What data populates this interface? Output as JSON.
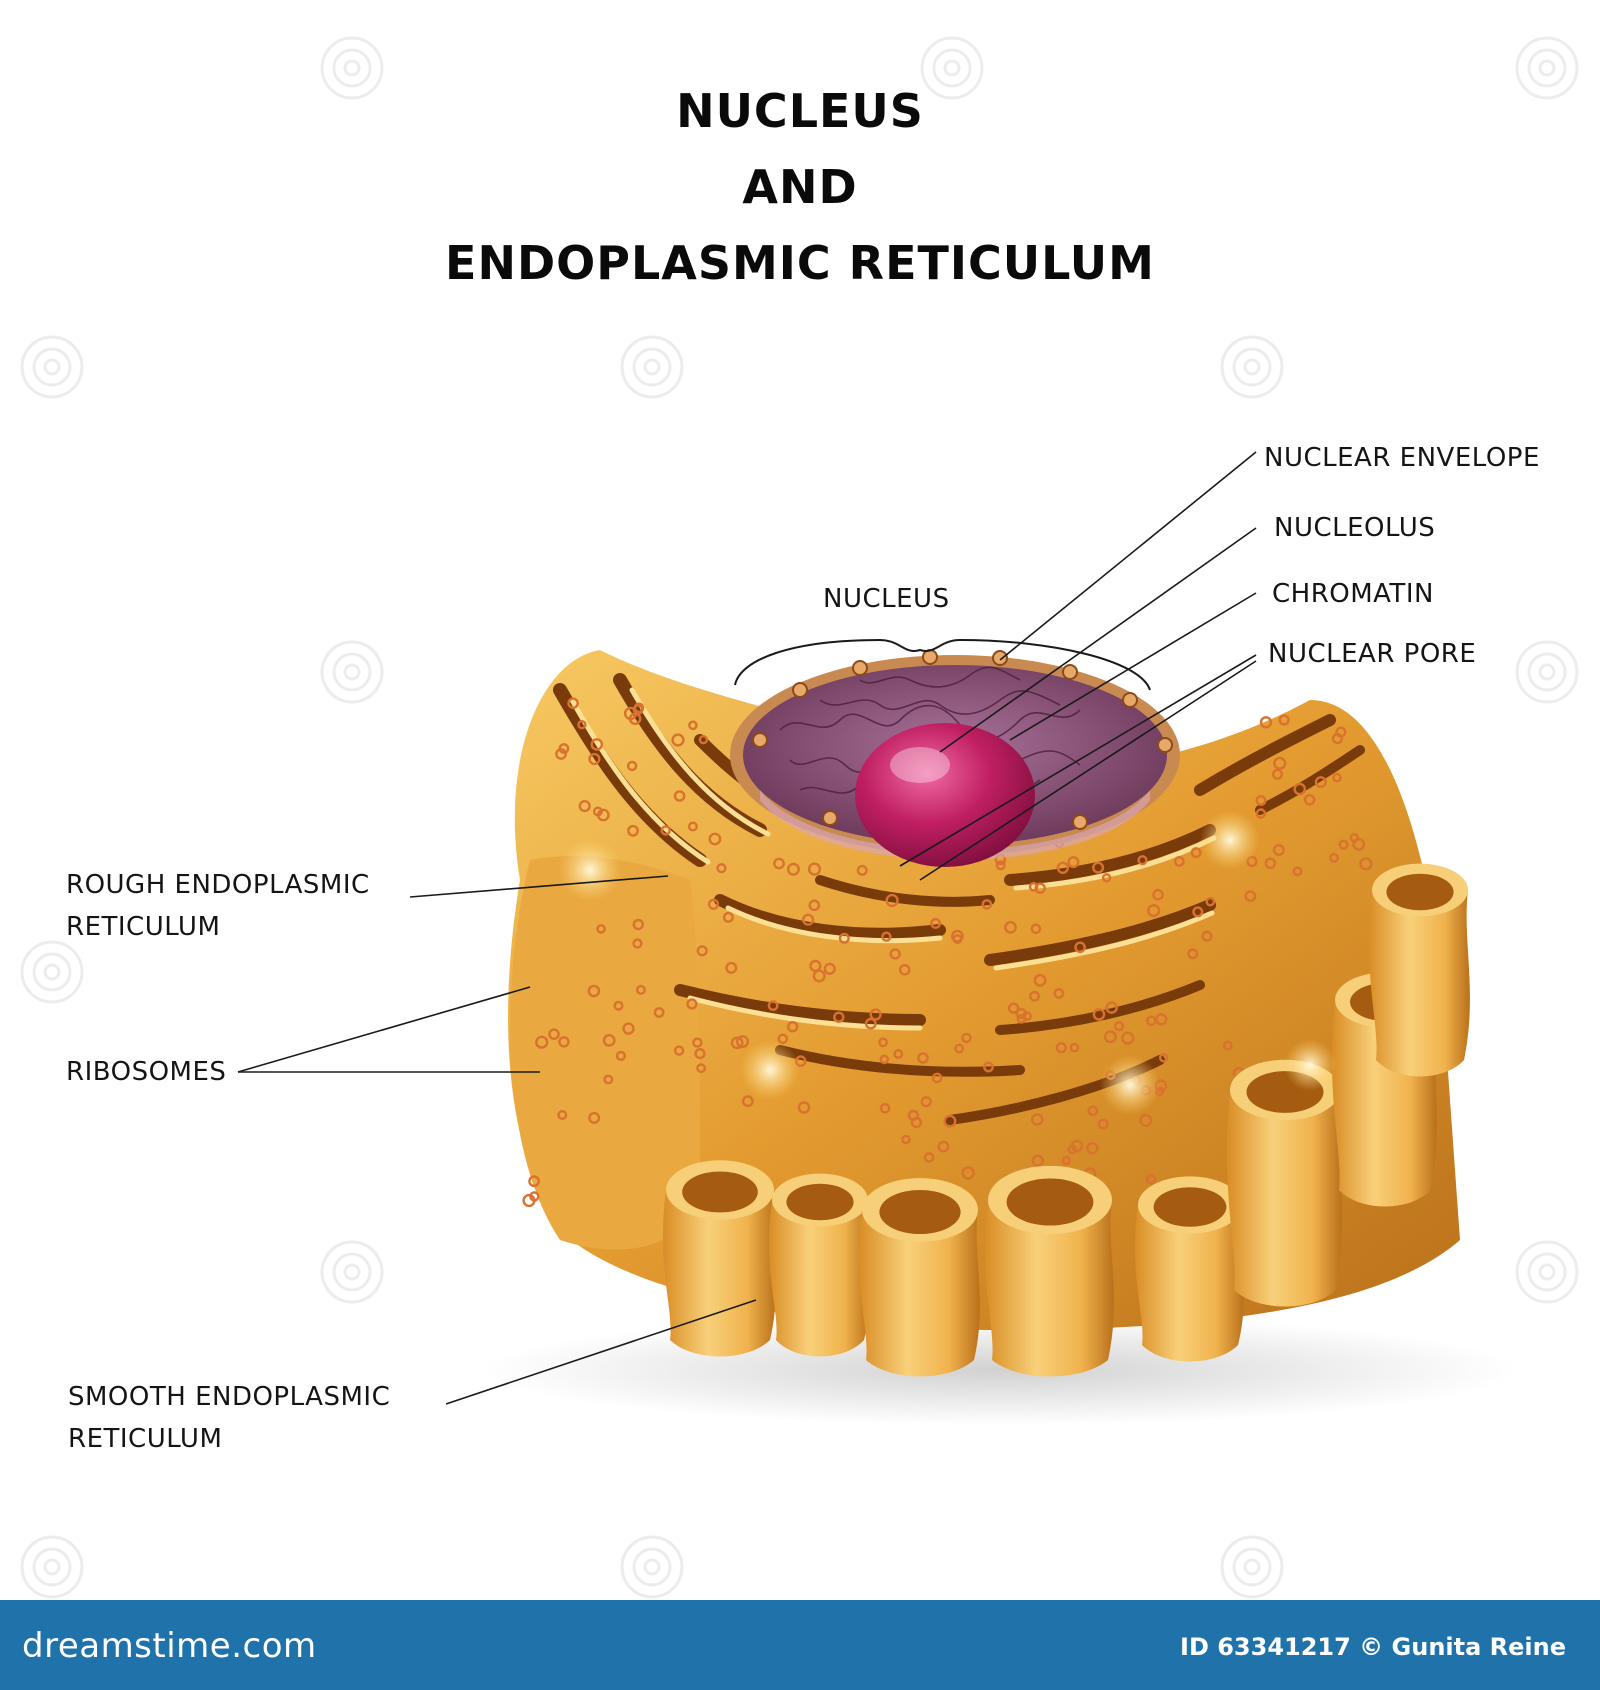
{
  "title": {
    "line1": "NUCLEUS",
    "line2": "AND",
    "line3": "ENDOPLASMIC RETICULUM"
  },
  "labels": {
    "nucleus": "NUCLEUS",
    "nuclear_envelope": "NUCLEAR ENVELOPE",
    "nucleolus": "NUCLEOLUS",
    "chromatin": "CHROMATIN",
    "nuclear_pore": "NUCLEAR PORE",
    "rough_er_line1": "ROUGH ENDOPLASMIC",
    "rough_er_line2": "RETICULUM",
    "ribosomes": "RIBOSOMES",
    "smooth_er_line1": "SMOOTH ENDOPLASMIC",
    "smooth_er_line2": "RETICULUM"
  },
  "footer": {
    "logo": "dreamstime.com",
    "id_credit": "ID 63341217 © Gunita Reine"
  },
  "colors": {
    "er_gold": "#e8a83a",
    "er_dark": "#b06a12",
    "ribosome": "#d9722e",
    "nucleus_purple": "#8a4a78",
    "nucleolus_magenta": "#c0205f",
    "footer_blue": "#1f72aa"
  }
}
